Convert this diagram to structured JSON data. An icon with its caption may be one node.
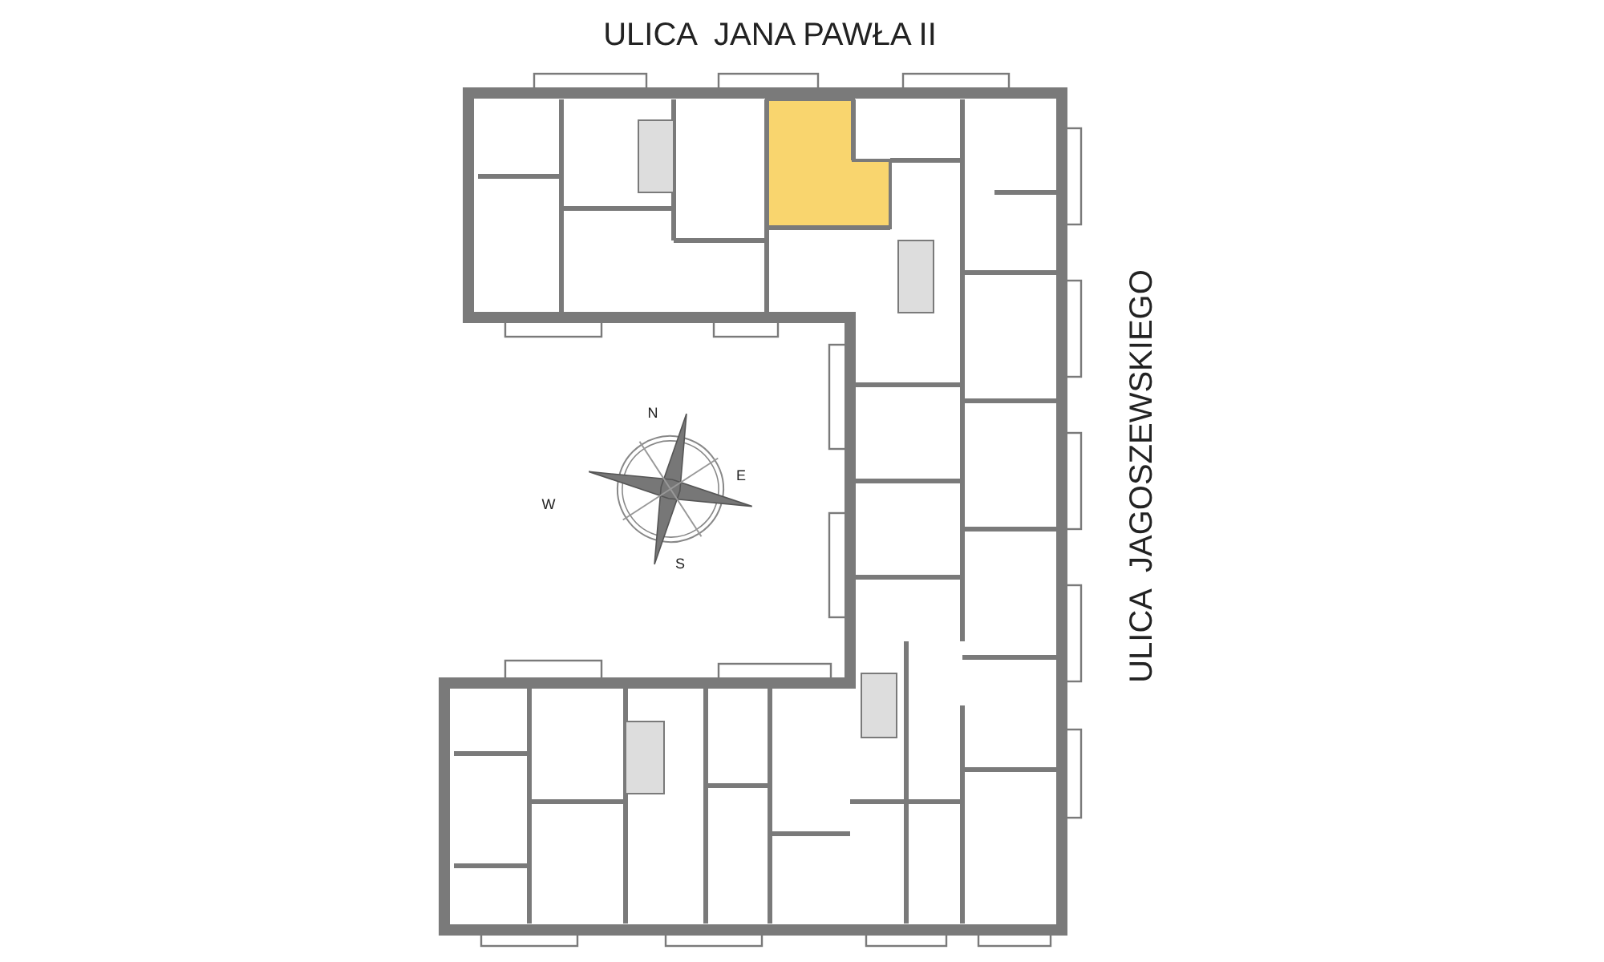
{
  "diagram": {
    "labels": [
      "ULICA  JANA PAWŁA II",
      "N",
      "W",
      "E",
      "S",
      "ULICA  JAGOSZEWSKIEGO"
    ]
  }
}
